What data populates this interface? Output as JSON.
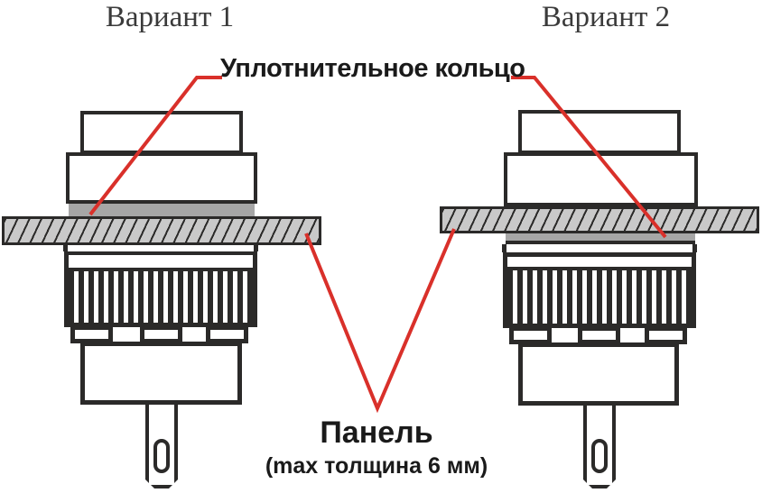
{
  "diagram": {
    "variant1_title": "Вариант 1",
    "variant2_title": "Вариант 2",
    "sealing_ring_label": "Уплотнительное кольцо",
    "panel_label": "Панель",
    "panel_note": "(max толщина 6 мм)"
  },
  "colors": {
    "outline": "#2b2a29",
    "leader_line_red": "#d9302a",
    "sealing_ring_gray": "#a6a6a6",
    "panel_fill_gray": "#c9c9c9",
    "label_text": "#1a1a1a",
    "title_text": "#3a3a3a",
    "background": "#ffffff"
  }
}
